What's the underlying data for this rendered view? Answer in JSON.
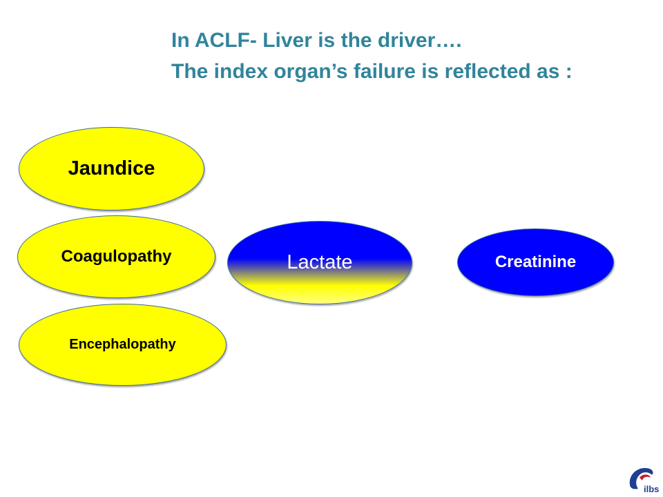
{
  "title": {
    "line1": "In ACLF-  Liver is the driver….",
    "line2": "The index organ’s failure is reflected as :"
  },
  "left_column": {
    "items": [
      "Jaundice",
      "Coagulopathy",
      "Encephalopathy"
    ]
  },
  "center_item": {
    "label": "Lactate"
  },
  "right_item": {
    "label": "Creatinine"
  },
  "logo": {
    "text": "ilbs"
  },
  "colors": {
    "title": "#31849b",
    "yellow": "#ffff00",
    "blue": "#0000ff",
    "logo_red": "#c0202a",
    "logo_blue": "#1f3f8f"
  }
}
